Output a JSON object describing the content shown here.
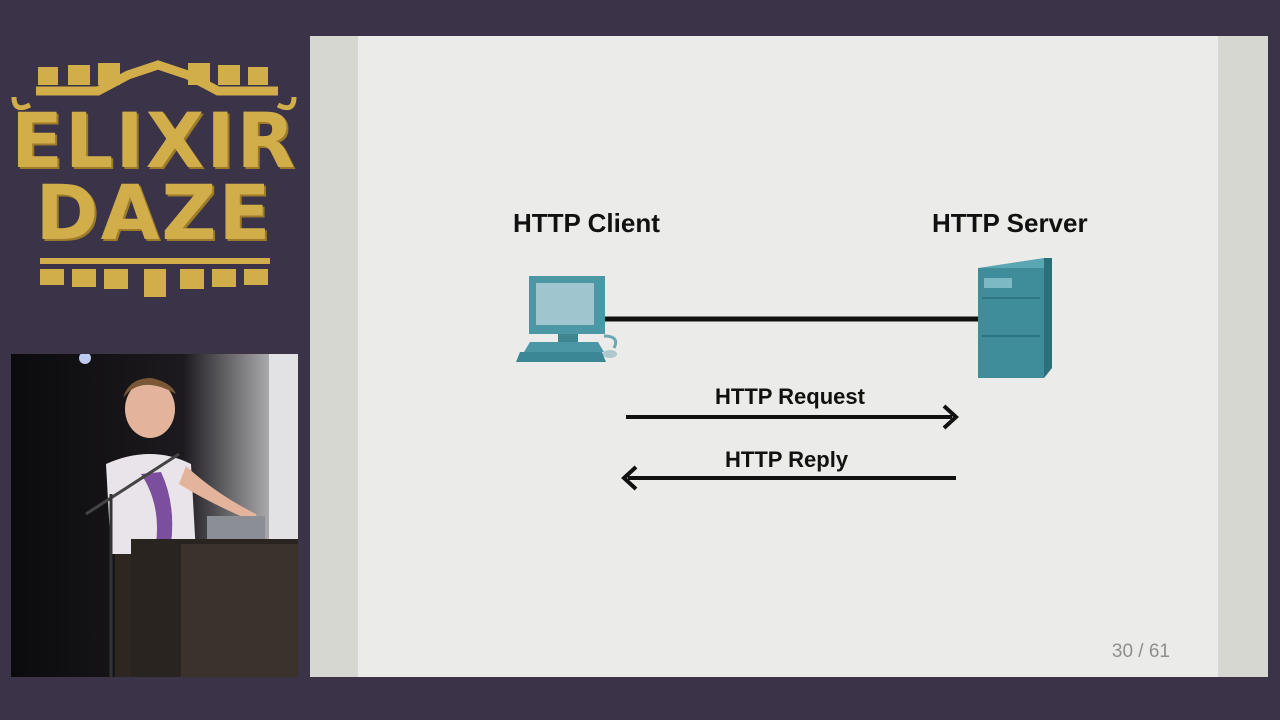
{
  "logo": {
    "line1": "ELIXIR",
    "line2": "DAZE",
    "color": "#d2ae4b"
  },
  "video": {
    "description": "speaker-camera-feed"
  },
  "slide": {
    "client_label": "HTTP Client",
    "server_label": "HTTP Server",
    "request_label": "HTTP Request",
    "reply_label": "HTTP Reply",
    "page_number": "30 / 61"
  },
  "colors": {
    "background": "#3b3347",
    "slide": "#ebebe9",
    "device": "#3f8d9b"
  }
}
